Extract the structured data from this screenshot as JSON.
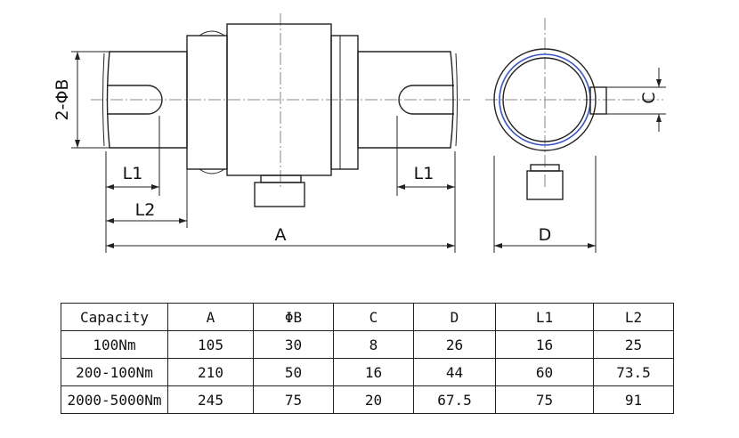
{
  "drawing": {
    "labels": {
      "phi_b": "2-ΦB",
      "l1_left": "L1",
      "l2": "L2",
      "a": "A",
      "l1_right": "L1",
      "c": "C",
      "d": "D"
    }
  },
  "table": {
    "headers": [
      "Capacity",
      "A",
      "ΦB",
      "C",
      "D",
      "L1",
      "L2"
    ],
    "rows": [
      [
        "100Nm",
        "105",
        "30",
        "8",
        "26",
        "16",
        "25"
      ],
      [
        "200-100Nm",
        "210",
        "50",
        "16",
        "44",
        "60",
        "73.5"
      ],
      [
        "2000-5000Nm",
        "245",
        "75",
        "20",
        "67.5",
        "75",
        "91"
      ]
    ]
  },
  "colors": {
    "line": "#222222",
    "ring_accent": "#3b55c8"
  }
}
